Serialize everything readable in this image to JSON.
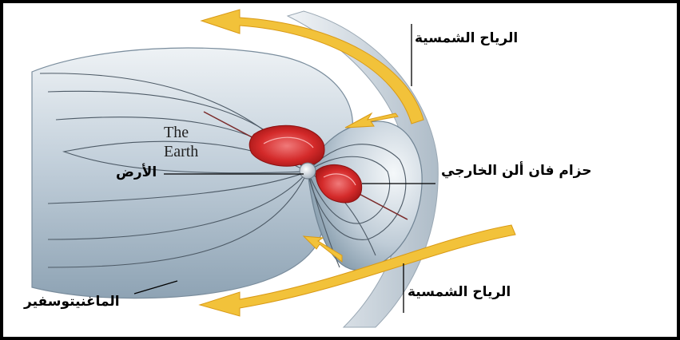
{
  "labels": {
    "solar_wind_top": "الرياح الشمسية",
    "solar_wind_bottom": "الرياح الشمسية",
    "earth_arabic": "الأرض",
    "earth_english_line1": "The",
    "earth_english_line2": "Earth",
    "outer_van_allen_belt": "حزام فان ألن الخارجي",
    "magnetosphere": "الماغنيتوسفير"
  },
  "colors": {
    "frame": "#000000",
    "magnetosphere_light": "#dfe7ee",
    "magnetosphere_dark": "#8fa6b8",
    "field_line": "#4d5a66",
    "radiation_belt": "#d42a2a",
    "solar_wind_arrow": "#f2c23a",
    "bow_shock": "#c9d3dc"
  }
}
